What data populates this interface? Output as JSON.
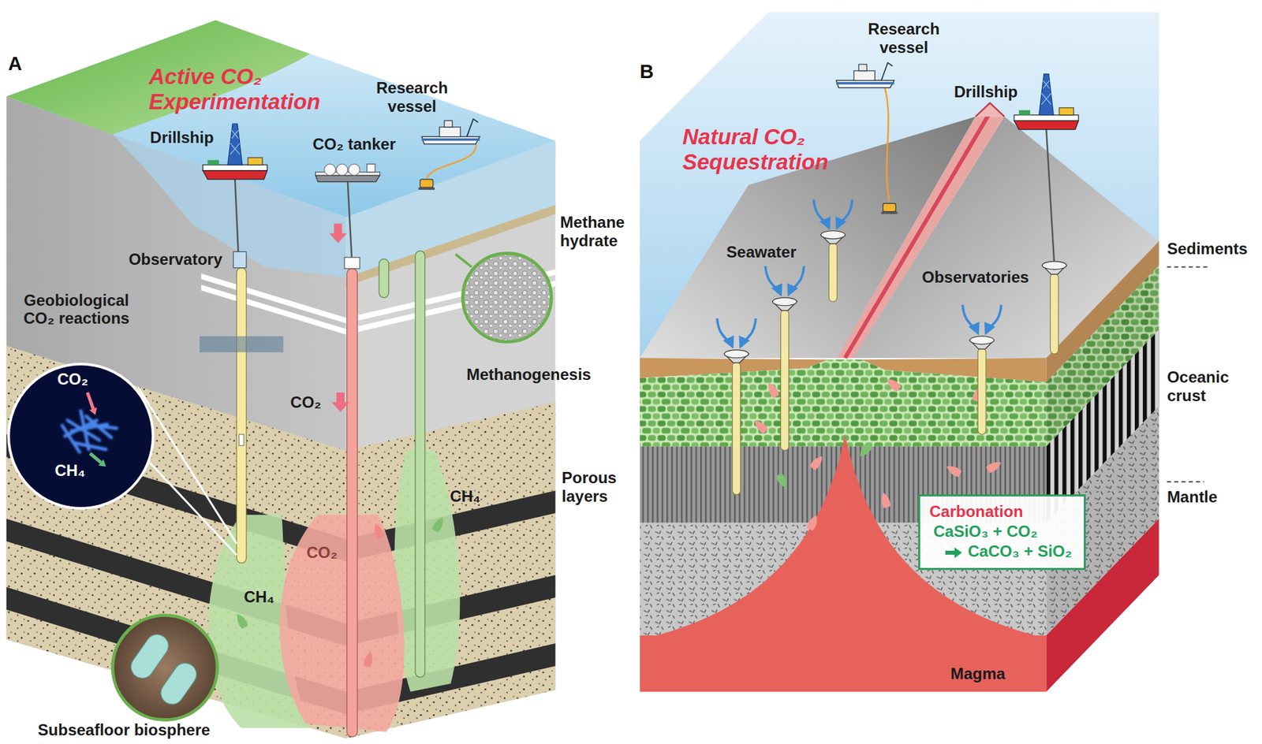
{
  "diagram": {
    "nodes": [
      {
        "text": [
          "CO₂",
          "CH₄"
        ]
      },
      {
        "text": [
          "Carbonation",
          "CaSiO₃ + CO₂",
          "CaCO₃ + SiO₂"
        ]
      }
    ],
    "labels": [
      "A",
      "Active CO₂ Experimentation",
      "Drillship",
      "CO₂ tanker",
      "Research vessel",
      "Methane hydrate",
      "Observatory",
      "Geobiological CO₂ reactions",
      "Methanogenesis",
      "CO₂",
      "Porous layers",
      "CH₄",
      "CO₂",
      "CH₄",
      "Subseafloor biosphere",
      "B",
      "Research vessel",
      "Drillship",
      "Natural CO₂ Sequestration",
      "Seawater",
      "Observatories",
      "Sediments",
      "Oceanic crust",
      "Mantle",
      "Magma"
    ]
  }
}
